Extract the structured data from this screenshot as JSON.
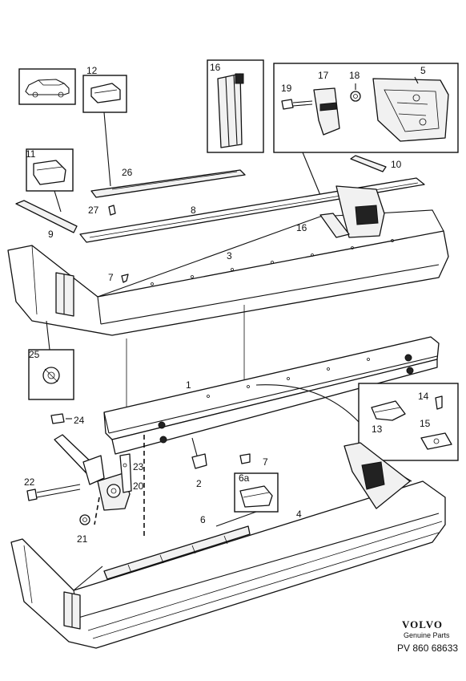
{
  "labels": {
    "p1": "1",
    "p2": "2",
    "p3": "3",
    "p4": "4",
    "p5": "5",
    "p6": "6",
    "p6a": "6a",
    "p7a": "7",
    "p7b": "7",
    "p8": "8",
    "p9": "9",
    "p10": "10",
    "p11": "11",
    "p12": "12",
    "p13": "13",
    "p14": "14",
    "p15": "15",
    "p16a": "16",
    "p16b": "16",
    "p17": "17",
    "p18": "18",
    "p19": "19",
    "p20": "20",
    "p21": "21",
    "p22": "22",
    "p23": "23",
    "p24": "24",
    "p25": "25",
    "p26": "26",
    "p27": "27"
  },
  "branding": {
    "brand": "VOLVO",
    "subtitle": "Genuine Parts",
    "code": "PV 860 68633"
  }
}
